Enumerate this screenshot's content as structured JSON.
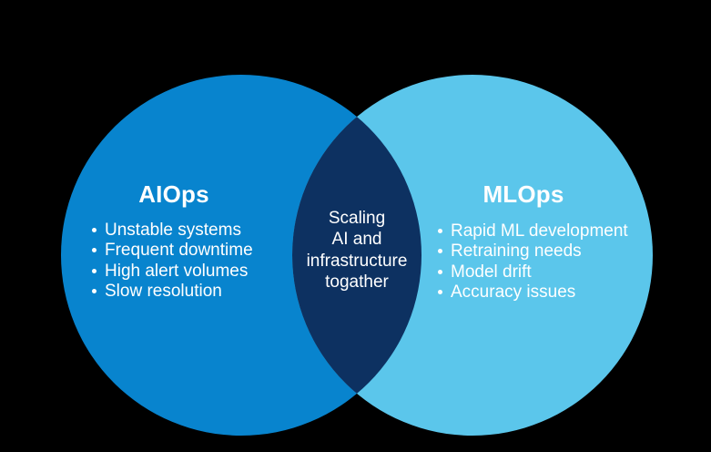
{
  "diagram": {
    "type": "venn",
    "background_color": "#000000",
    "text_color": "#FFFFFF",
    "left_circle": {
      "title": "AIOps",
      "fill_color": "#0884CE",
      "items": [
        "Unstable systems",
        "Frequent downtime",
        "High alert volumes",
        "Slow resolution"
      ]
    },
    "right_circle": {
      "title": "MLOps",
      "fill_color": "#5BC6EB",
      "items": [
        "Rapid ML development",
        "Retraining needs",
        "Model drift",
        "Accuracy issues"
      ]
    },
    "overlap": {
      "fill_color": "#0D3161",
      "lines": [
        "Scaling",
        "AI and",
        "infrastructure",
        "togather"
      ],
      "text": "Scaling AI and infrastructure togather"
    }
  }
}
